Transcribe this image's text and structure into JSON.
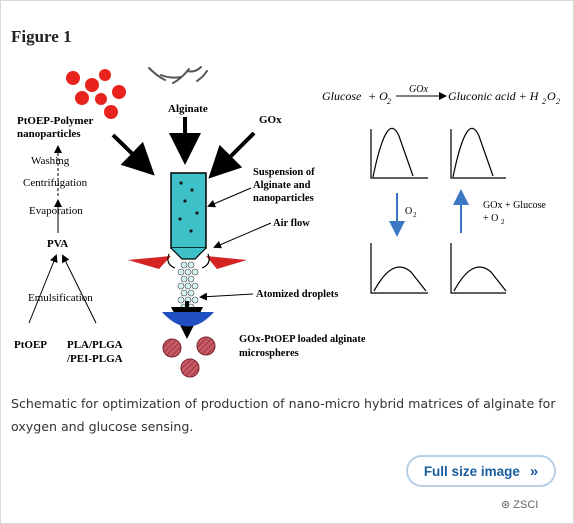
{
  "figure_title": "Figure 1",
  "diagram": {
    "left_labels": {
      "nanoparticles": [
        "PtOEP-Polymer",
        "nanoparticles"
      ],
      "washing": "Washing",
      "centrifugation": "Centrifugation",
      "evaporation": "Evaporation",
      "pva": "PVA",
      "emulsification": "Emulsification",
      "ptoep": "PtOEP",
      "polymers": [
        "PLA/PLGA",
        "/PEI-PLGA"
      ]
    },
    "center_labels": {
      "alginate": "Alginate",
      "gox": "GOx",
      "suspension": [
        "Suspension of",
        "Alginate and",
        "nanoparticles"
      ],
      "air_flow": "Air flow",
      "atomized": "Atomized droplets",
      "microspheres": [
        "GOx-PtOEP loaded alginate",
        "microspheres"
      ]
    },
    "right_labels": {
      "equation": {
        "reactant": "Glucose",
        "plus_o2": "+ O",
        "enzyme": "GOx",
        "product": "Gluconic acid + H",
        "sub_2": "2",
        "tail_o": "O",
        "tail_sub": "2"
      },
      "o2_down": "O",
      "o2_down_sub": "2",
      "up_label_1": "GOx + Glucose",
      "up_label_2": "+ O",
      "up_label_2_sub": "2"
    },
    "colors": {
      "red_particles": "#e8231e",
      "column_fill": "#3ec1c8",
      "nozzle_red": "#d42424",
      "collector_blue": "#1f4fc1",
      "microsphere": "#c85a66",
      "graph_arrow": "#3b78c2"
    }
  },
  "caption": "Schematic for optimization of production of nano-micro hybrid matrices of alginate for oxygen and glucose sensing.",
  "full_size_button": {
    "label": "Full size image",
    "icon": "double-chevron-right-icon"
  },
  "watermark": "ZSCI"
}
